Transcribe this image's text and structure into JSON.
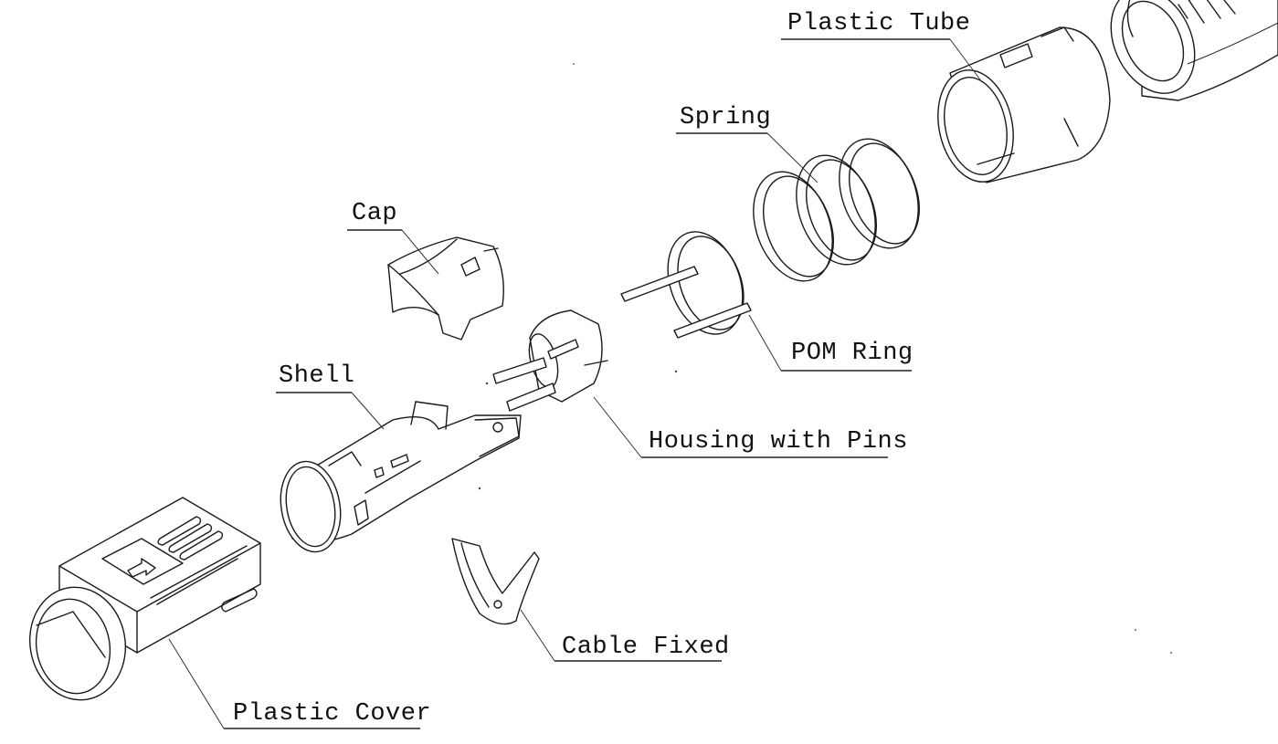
{
  "diagram": {
    "title": "Exploded view of connector assembly",
    "labels": {
      "plastic_tube": "Plastic Tube",
      "spring": "Spring",
      "cap": "Cap",
      "pom_ring": "POM Ring",
      "shell": "Shell",
      "housing_with_pins": "Housing with Pins",
      "cable_fixed": "Cable Fixed",
      "plastic_cover": "Plastic Cover"
    },
    "ink_color": "#1a1a1a",
    "background": "#ffffff"
  }
}
